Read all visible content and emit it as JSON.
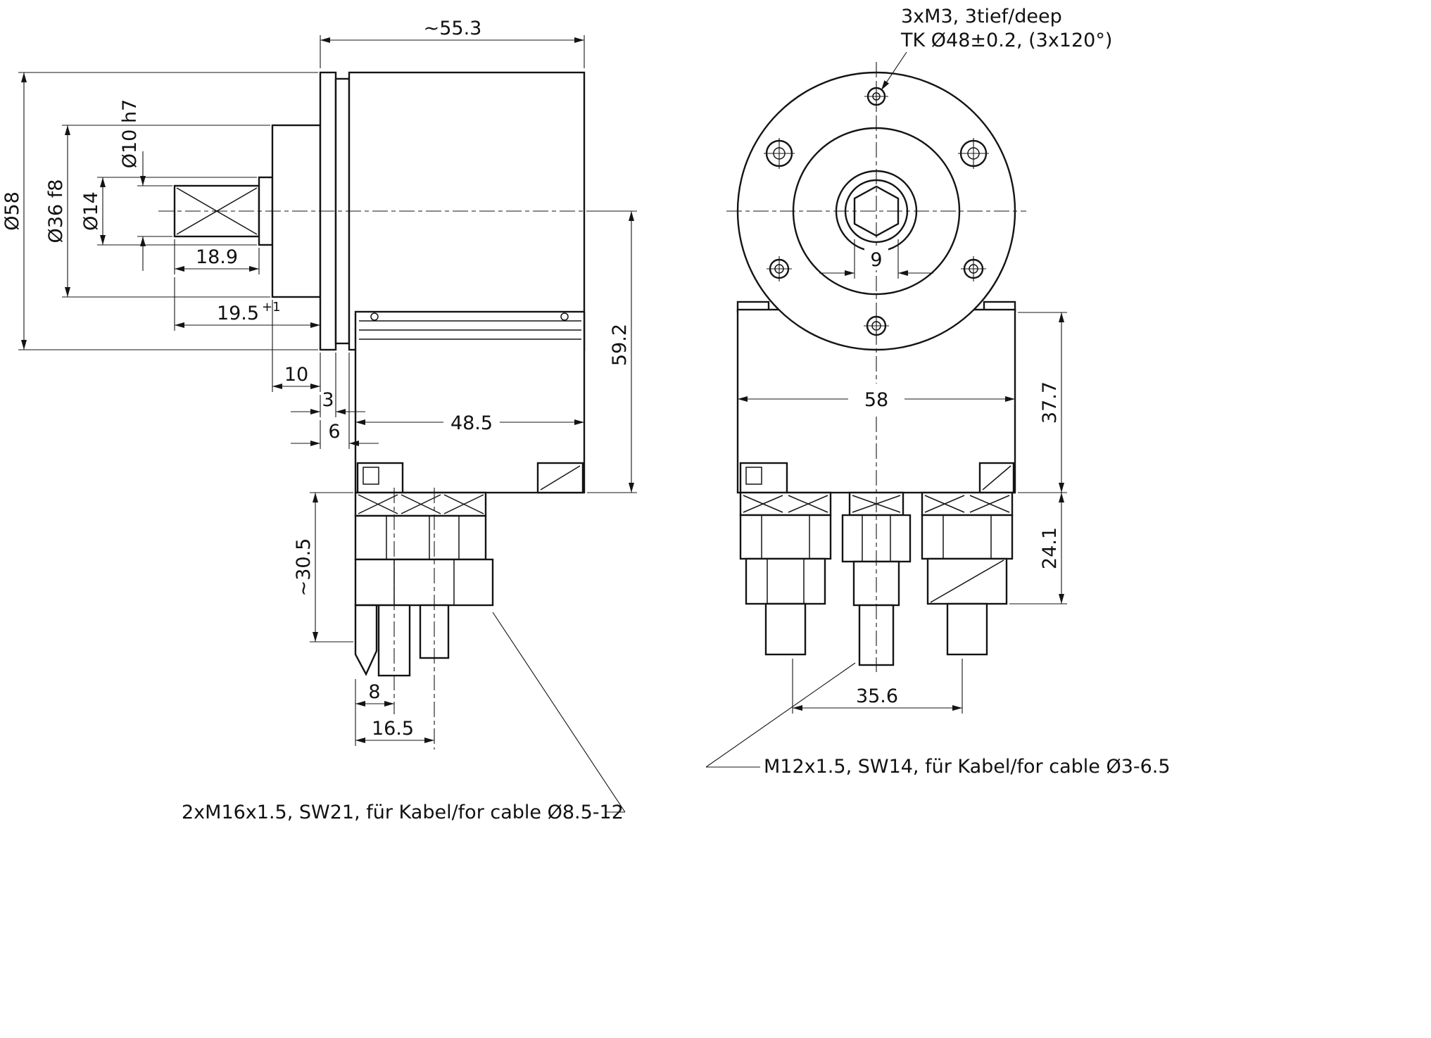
{
  "side": {
    "dims": {
      "total_length": "~55.3",
      "dia58": "Ø58",
      "dia36": "Ø36 f8",
      "dia14": "Ø14",
      "dia10": "Ø10 h7",
      "len18_9": "18.9",
      "len19_5": "19.5",
      "len19_5_tol": "+1",
      "len10": "10",
      "len3": "3",
      "len6": "6",
      "len48_5": "48.5",
      "len59_2": "59.2",
      "len30_5": "~30.5",
      "len8": "8",
      "len16_5": "16.5"
    },
    "note_m16": "2xM16x1.5, SW21, für Kabel/for cable Ø8.5-12"
  },
  "front": {
    "dims": {
      "width58": "58",
      "hex9": "9",
      "h37_7": "37.7",
      "h24_1": "24.1",
      "spacing35_6": "35.6"
    },
    "note_m3_line1": "3xM3, 3tief/deep",
    "note_m3_line2": "TK Ø48±0.2, (3x120°)",
    "note_m12": "M12x1.5, SW14, für Kabel/for cable Ø3-6.5"
  }
}
